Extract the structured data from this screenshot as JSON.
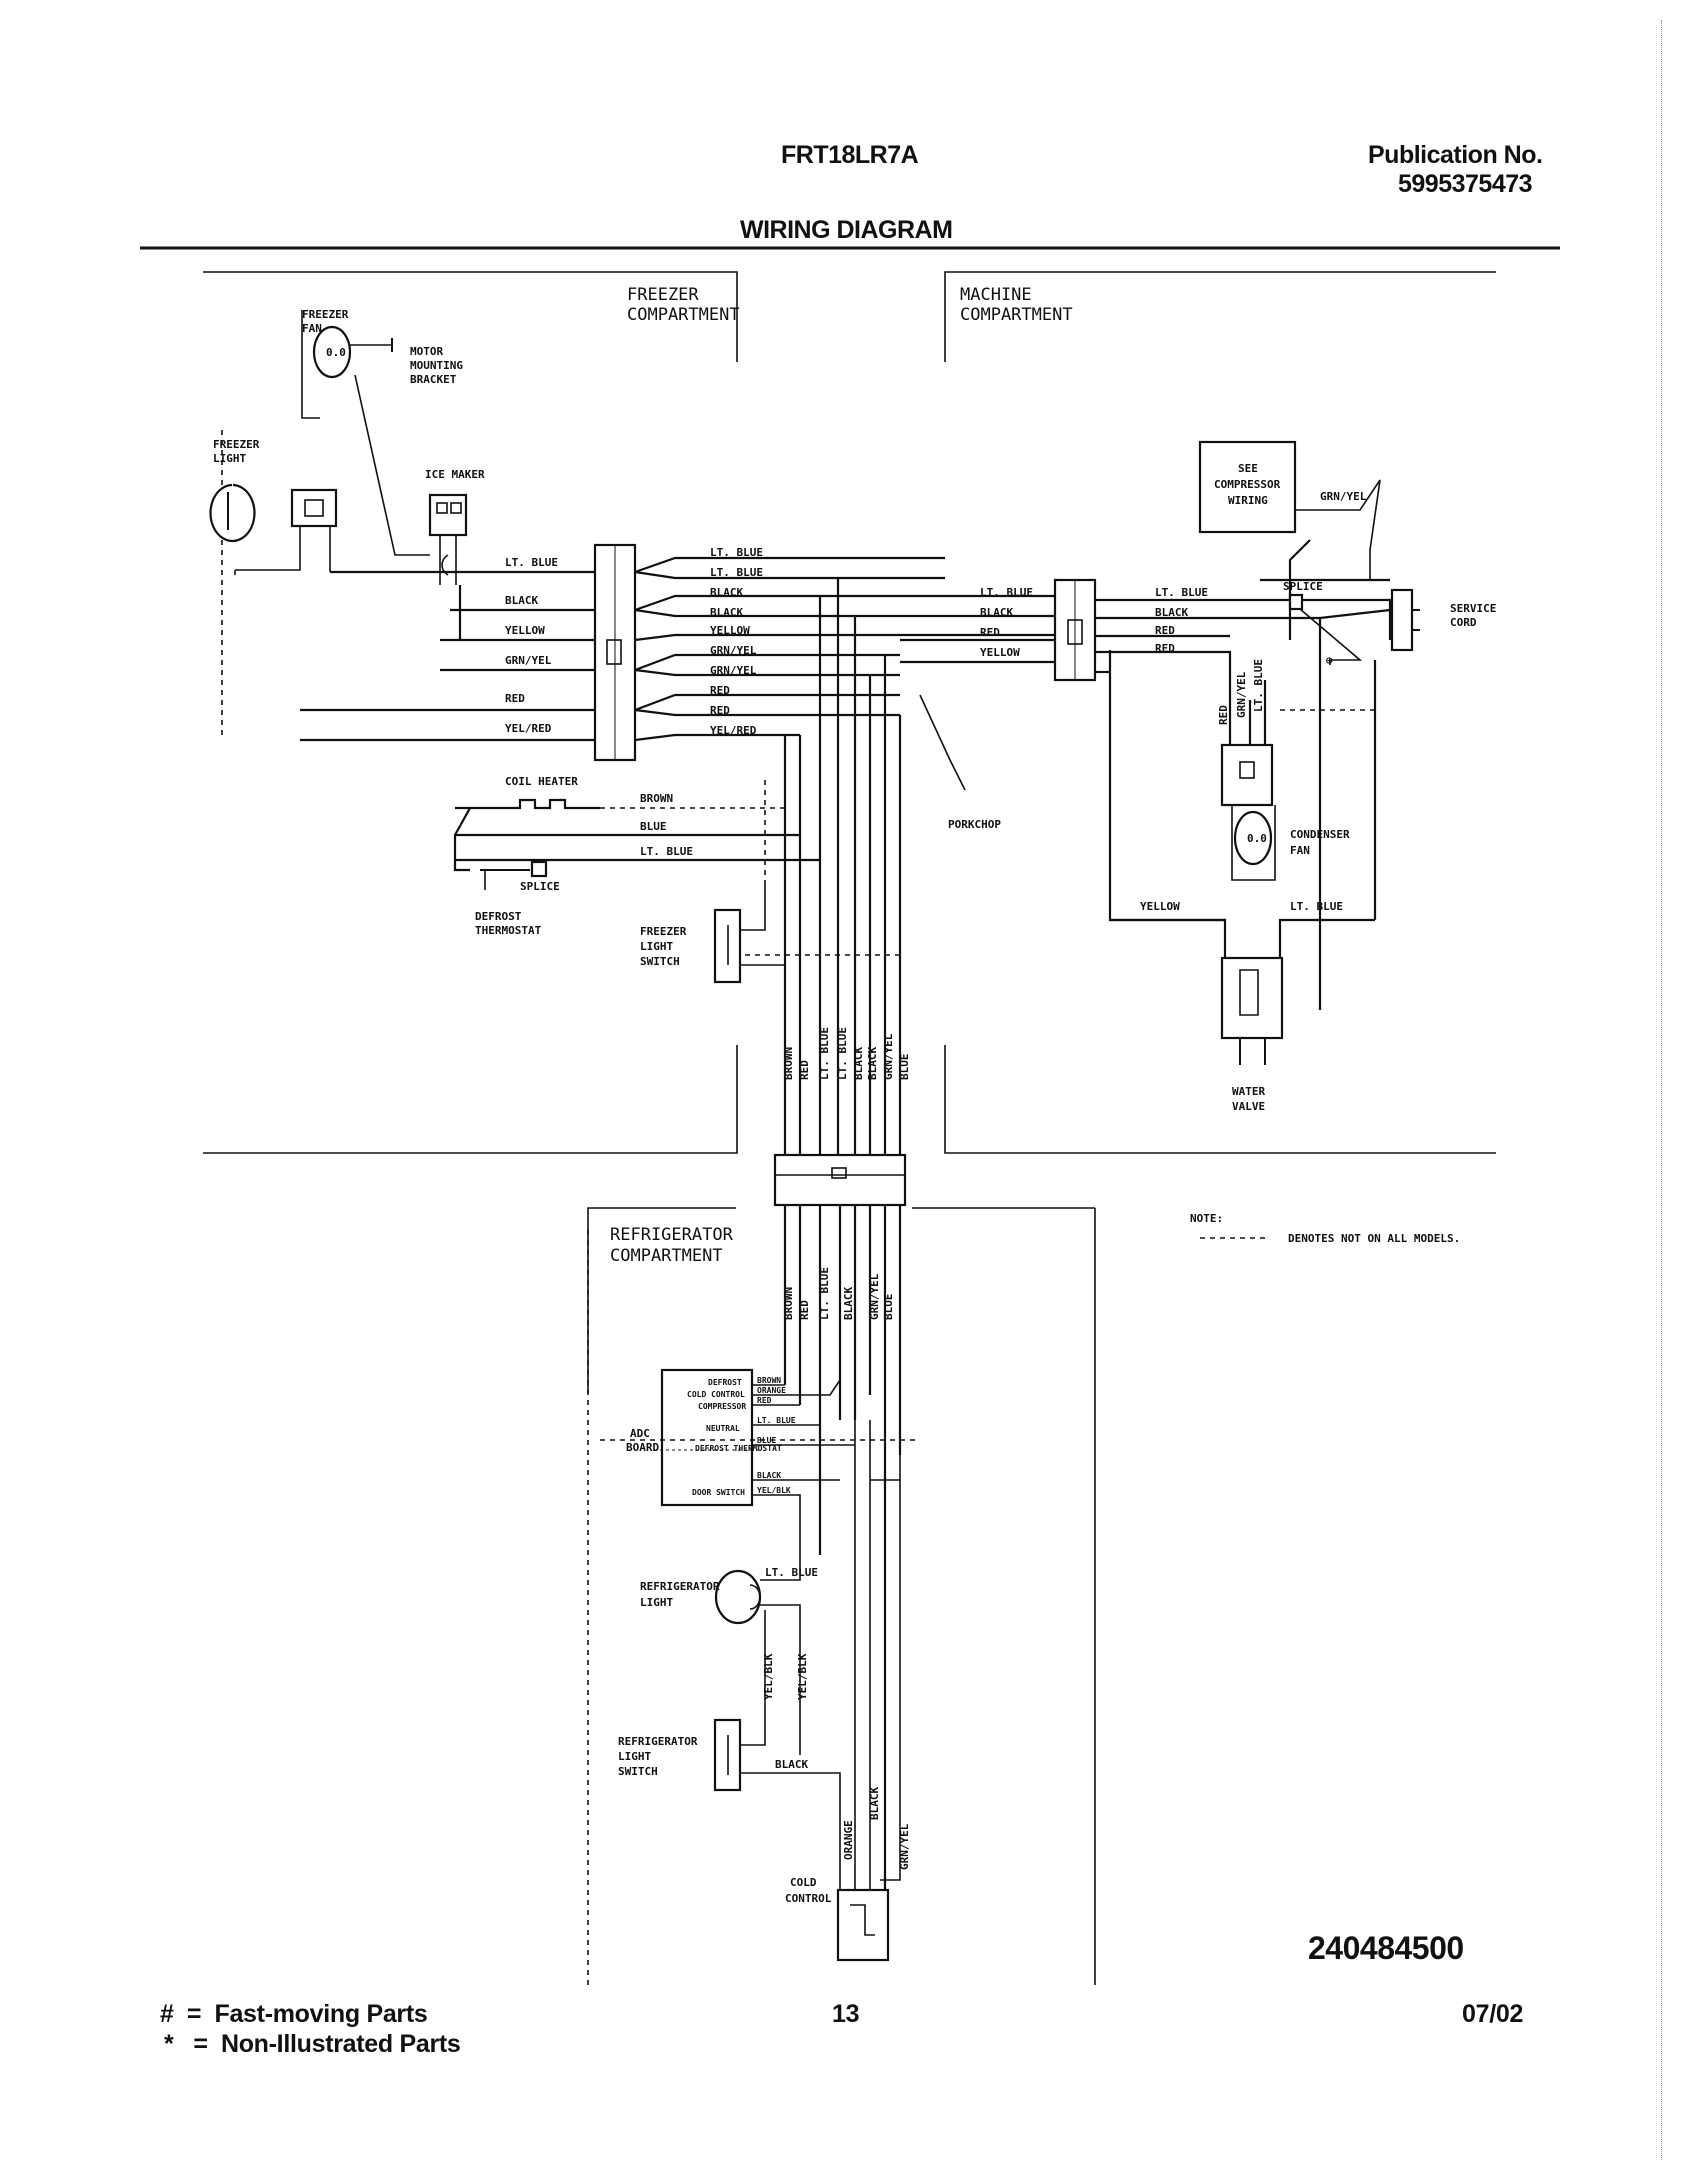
{
  "header": {
    "model": "FRT18LR7A",
    "publication_label": "Publication No.",
    "publication_number": "5995375473",
    "title": "WIRING DIAGRAM"
  },
  "compartments": {
    "freezer": [
      "FREEZER",
      "COMPARTMENT"
    ],
    "machine": [
      "MACHINE",
      "COMPARTMENT"
    ],
    "refrigerator": [
      "REFRIGERATOR",
      "COMPARTMENT"
    ]
  },
  "components": {
    "freezer_fan": [
      "FREEZER",
      "FAN"
    ],
    "motor_bracket": [
      "MOTOR",
      "MOUNTING",
      "BRACKET"
    ],
    "freezer_light": [
      "FREEZER",
      "LIGHT"
    ],
    "ice_maker": "ICE MAKER",
    "compressor": [
      "SEE",
      "COMPRESSOR",
      "WIRING"
    ],
    "splice": "SPLICE",
    "service_cord": [
      "SERVICE",
      "CORD"
    ],
    "condenser_fan": [
      "CONDENSER",
      "FAN"
    ],
    "water_valve": [
      "WATER",
      "VALVE"
    ],
    "porkchop": "PORKCHOP",
    "coil_heater": "COIL HEATER",
    "splice_2": "SPLICE",
    "defrost_thermostat": [
      "DEFROST",
      "THERMOSTAT"
    ],
    "freezer_light_switch": [
      "FREEZER",
      "LIGHT",
      "SWITCH"
    ],
    "adc_board": [
      "ADC",
      "BOARD"
    ],
    "adc_terminals": [
      "DEFROST",
      "COLD CONTROL",
      "COMPRESSOR",
      "NEUTRAL",
      "DEFROST THERMOSTAT",
      "DOOR SWITCH"
    ],
    "refrigerator_light": [
      "REFRIGERATOR",
      "LIGHT"
    ],
    "refrigerator_light_switch": [
      "REFRIGERATOR",
      "LIGHT",
      "SWITCH"
    ],
    "cold_control": [
      "COLD",
      "CONTROL"
    ]
  },
  "wires": {
    "freezer_left": [
      "LT. BLUE",
      "BLACK",
      "YELLOW",
      "GRN/YEL",
      "RED",
      "YEL/RED"
    ],
    "freezer_right": [
      "LT. BLUE",
      "LT. BLUE",
      "BLACK",
      "BLACK",
      "YELLOW",
      "GRN/YEL",
      "GRN/YEL",
      "RED",
      "RED",
      "YEL/RED"
    ],
    "machine_left": [
      "LT. BLUE",
      "BLACK",
      "RED",
      "YELLOW"
    ],
    "machine_right": [
      "LT. BLUE",
      "BLACK",
      "RED",
      "RED"
    ],
    "grn_yel_ground": "GRN/YEL",
    "vertical_machine": [
      "RED",
      "GRN/YEL",
      "LT. BLUE"
    ],
    "yellow": "YELLOW",
    "lt_blue_valve": "LT. BLUE",
    "heater": [
      "BROWN",
      "BLUE",
      "LT. BLUE"
    ],
    "harness_top": [
      "BROWN",
      "RED",
      "LT. BLUE",
      "LT. BLUE",
      "BLACK",
      "BLACK",
      "GRN/YEL",
      "BLUE"
    ],
    "harness_bottom": [
      "BROWN",
      "RED",
      "LT. BLUE",
      "BLACK",
      "GRN/YEL",
      "BLUE"
    ],
    "adc_wires": [
      "BROWN",
      "ORANGE",
      "RED",
      "LT. BLUE",
      "BLUE",
      "BLACK",
      "YEL/BLK"
    ],
    "ref_light": "LT. BLUE",
    "ref_vertical": [
      "YEL/BLK",
      "YEL/BLK"
    ],
    "ref_switch": "BLACK",
    "cold_control_wires": [
      "ORANGE",
      "BLACK",
      "GRN/YEL"
    ]
  },
  "note": {
    "label": "NOTE:",
    "text": "DENOTES NOT ON ALL MODELS."
  },
  "part_number": "240484500",
  "footer": {
    "legend_1": "#  =  Fast-moving Parts",
    "legend_2": "*   =  Non-Illustrated Parts",
    "page": "13",
    "date": "07/02"
  }
}
